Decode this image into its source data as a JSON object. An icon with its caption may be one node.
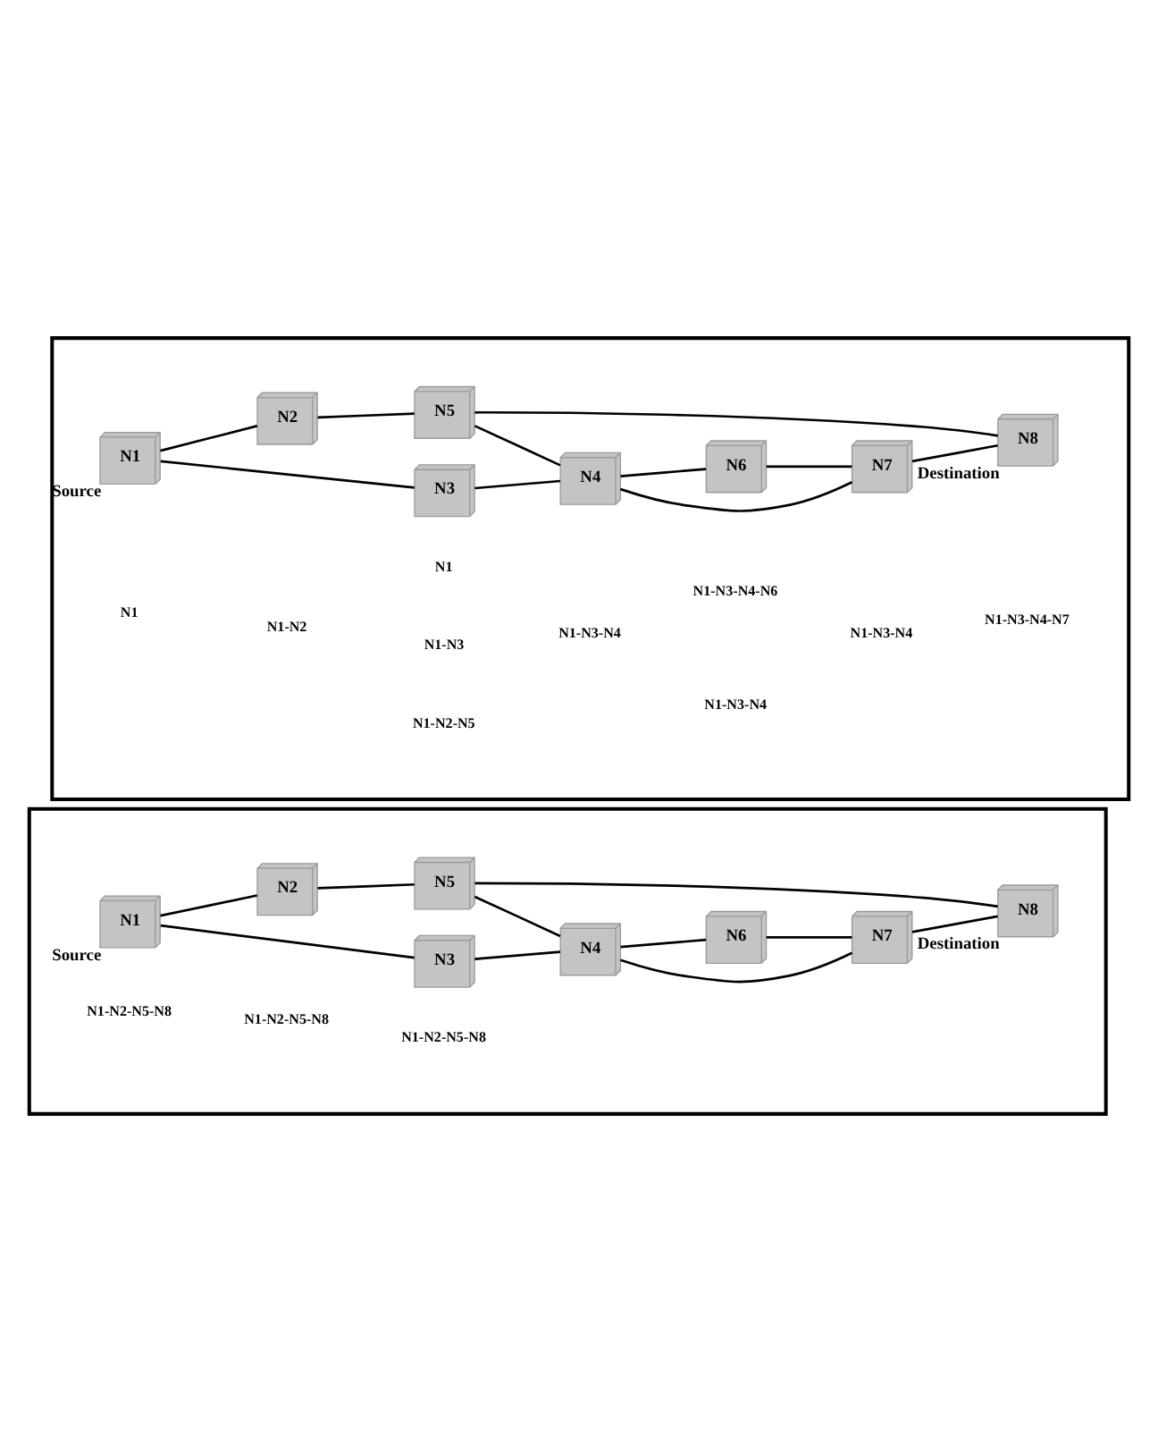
{
  "diagram": {
    "nodes": [
      {
        "text": [],
        "shape": "box"
      },
      {
        "text": [
          "N1"
        ],
        "in": 0,
        "beside": [
          "Source"
        ]
      },
      {
        "text": [
          "N2"
        ],
        "in": 0
      },
      {
        "text": [
          "N3"
        ],
        "in": 0
      },
      {
        "text": [
          "N4"
        ],
        "in": 0
      },
      {
        "text": [
          "N5"
        ],
        "in": 0
      },
      {
        "text": [
          "N6"
        ],
        "in": 0
      },
      {
        "text": [
          "N7"
        ],
        "in": 0
      },
      {
        "text": [
          "N8"
        ],
        "in": 0,
        "beside": [
          "Destination"
        ]
      },
      {
        "text": [],
        "shape": "box"
      },
      {
        "text": [
          "N1"
        ],
        "in": 9,
        "beside": [
          "Source"
        ]
      },
      {
        "text": [
          "N2"
        ],
        "in": 9
      },
      {
        "text": [
          "N3"
        ],
        "in": 9
      },
      {
        "text": [
          "N4"
        ],
        "in": 9
      },
      {
        "text": [
          "N5"
        ],
        "in": 9
      },
      {
        "text": [
          "N6"
        ],
        "in": 9
      },
      {
        "text": [
          "N7"
        ],
        "in": 9
      },
      {
        "text": [
          "N8"
        ],
        "in": 9,
        "beside": [
          "Destination"
        ]
      }
    ],
    "edges": [
      {
        "from": 1,
        "to": 2,
        "arrow": "none"
      },
      {
        "from": 1,
        "to": 3,
        "arrow": "none"
      },
      {
        "from": 2,
        "to": 5,
        "arrow": "none"
      },
      {
        "from": 5,
        "to": 8,
        "arrow": "none"
      },
      {
        "from": 5,
        "to": 4,
        "arrow": "none"
      },
      {
        "from": 3,
        "to": 4,
        "arrow": "none"
      },
      {
        "from": 4,
        "to": 7,
        "arrow": "none"
      },
      {
        "from": 4,
        "to": 6,
        "arrow": "none"
      },
      {
        "from": 7,
        "to": 8,
        "arrow": "none"
      },
      {
        "from": 6,
        "to": 7,
        "arrow": "none"
      },
      {
        "from": 10,
        "to": 11,
        "arrow": "none"
      },
      {
        "from": 10,
        "to": 12,
        "arrow": "none"
      },
      {
        "from": 11,
        "to": 14,
        "arrow": "none"
      },
      {
        "from": 14,
        "to": 17,
        "arrow": "none"
      },
      {
        "from": 14,
        "to": 13,
        "arrow": "none"
      },
      {
        "from": 12,
        "to": 13,
        "arrow": "none"
      },
      {
        "from": 13,
        "to": 16,
        "arrow": "none"
      },
      {
        "from": 13,
        "to": 15,
        "arrow": "none"
      },
      {
        "from": 16,
        "to": 17,
        "arrow": "none"
      },
      {
        "from": 15,
        "to": 16,
        "arrow": "none"
      }
    ],
    "labels": [
      "N1-N2",
      "N1-N2-N5",
      "N1",
      "N1-N3-N4-N7",
      "N1-N3-N4",
      "N1-N3-N4",
      "N1",
      "N1-N3-N4-N6",
      "N1-N3",
      "N1-N3-N4",
      "N1-N2-N5-N8",
      "N1-N2-N5-N8",
      "N1-N2-N5-N8"
    ]
  }
}
